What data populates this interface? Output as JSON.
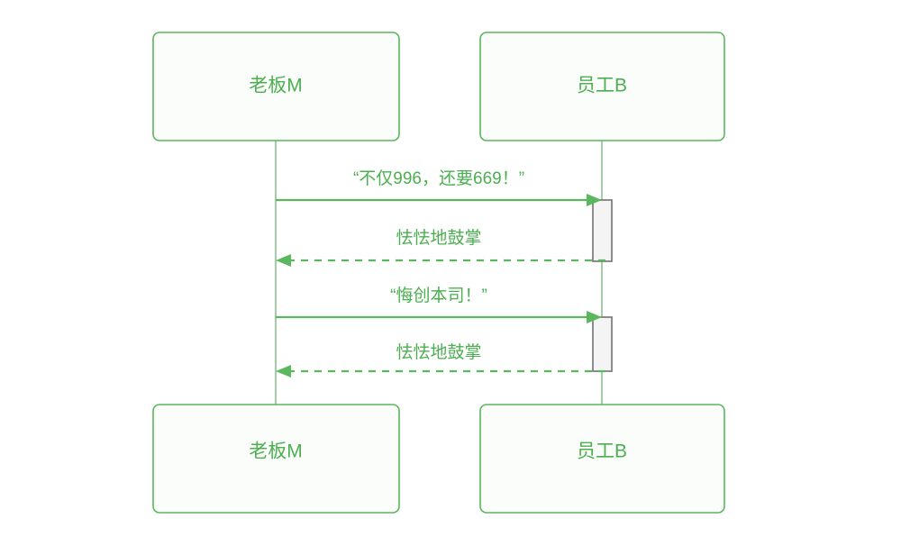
{
  "diagram": {
    "type": "sequence-diagram",
    "background_color": "#ffffff",
    "accent_color": "#4caf50",
    "box_border_color": "#5ab75e",
    "box_fill_color": "#fbfdfb",
    "lifeline_color": "#79b97e",
    "activation_fill_color": "#f4f4f4",
    "activation_border_color": "#808080",
    "participants": [
      {
        "id": "boss",
        "label": "老板M"
      },
      {
        "id": "employee",
        "label": "员工B"
      }
    ],
    "participants_bottom": [
      {
        "id": "boss",
        "label": "老板M"
      },
      {
        "id": "employee",
        "label": "员工B"
      }
    ],
    "messages": [
      {
        "index": 1,
        "label": "“不仅996，还要669！”",
        "from": "boss",
        "to": "employee",
        "style": "solid",
        "direction": "right"
      },
      {
        "index": 2,
        "label": "怯怯地鼓掌",
        "from": "employee",
        "to": "boss",
        "style": "dashed",
        "direction": "left"
      },
      {
        "index": 3,
        "label": "“悔创本司！”",
        "from": "boss",
        "to": "employee",
        "style": "solid",
        "direction": "right"
      },
      {
        "index": 4,
        "label": "怯怯地鼓掌",
        "from": "employee",
        "to": "boss",
        "style": "dashed",
        "direction": "left"
      }
    ],
    "activations": [
      {
        "participant": "employee",
        "from_message": 1,
        "to_message": 2
      },
      {
        "participant": "employee",
        "from_message": 3,
        "to_message": 4
      }
    ]
  }
}
